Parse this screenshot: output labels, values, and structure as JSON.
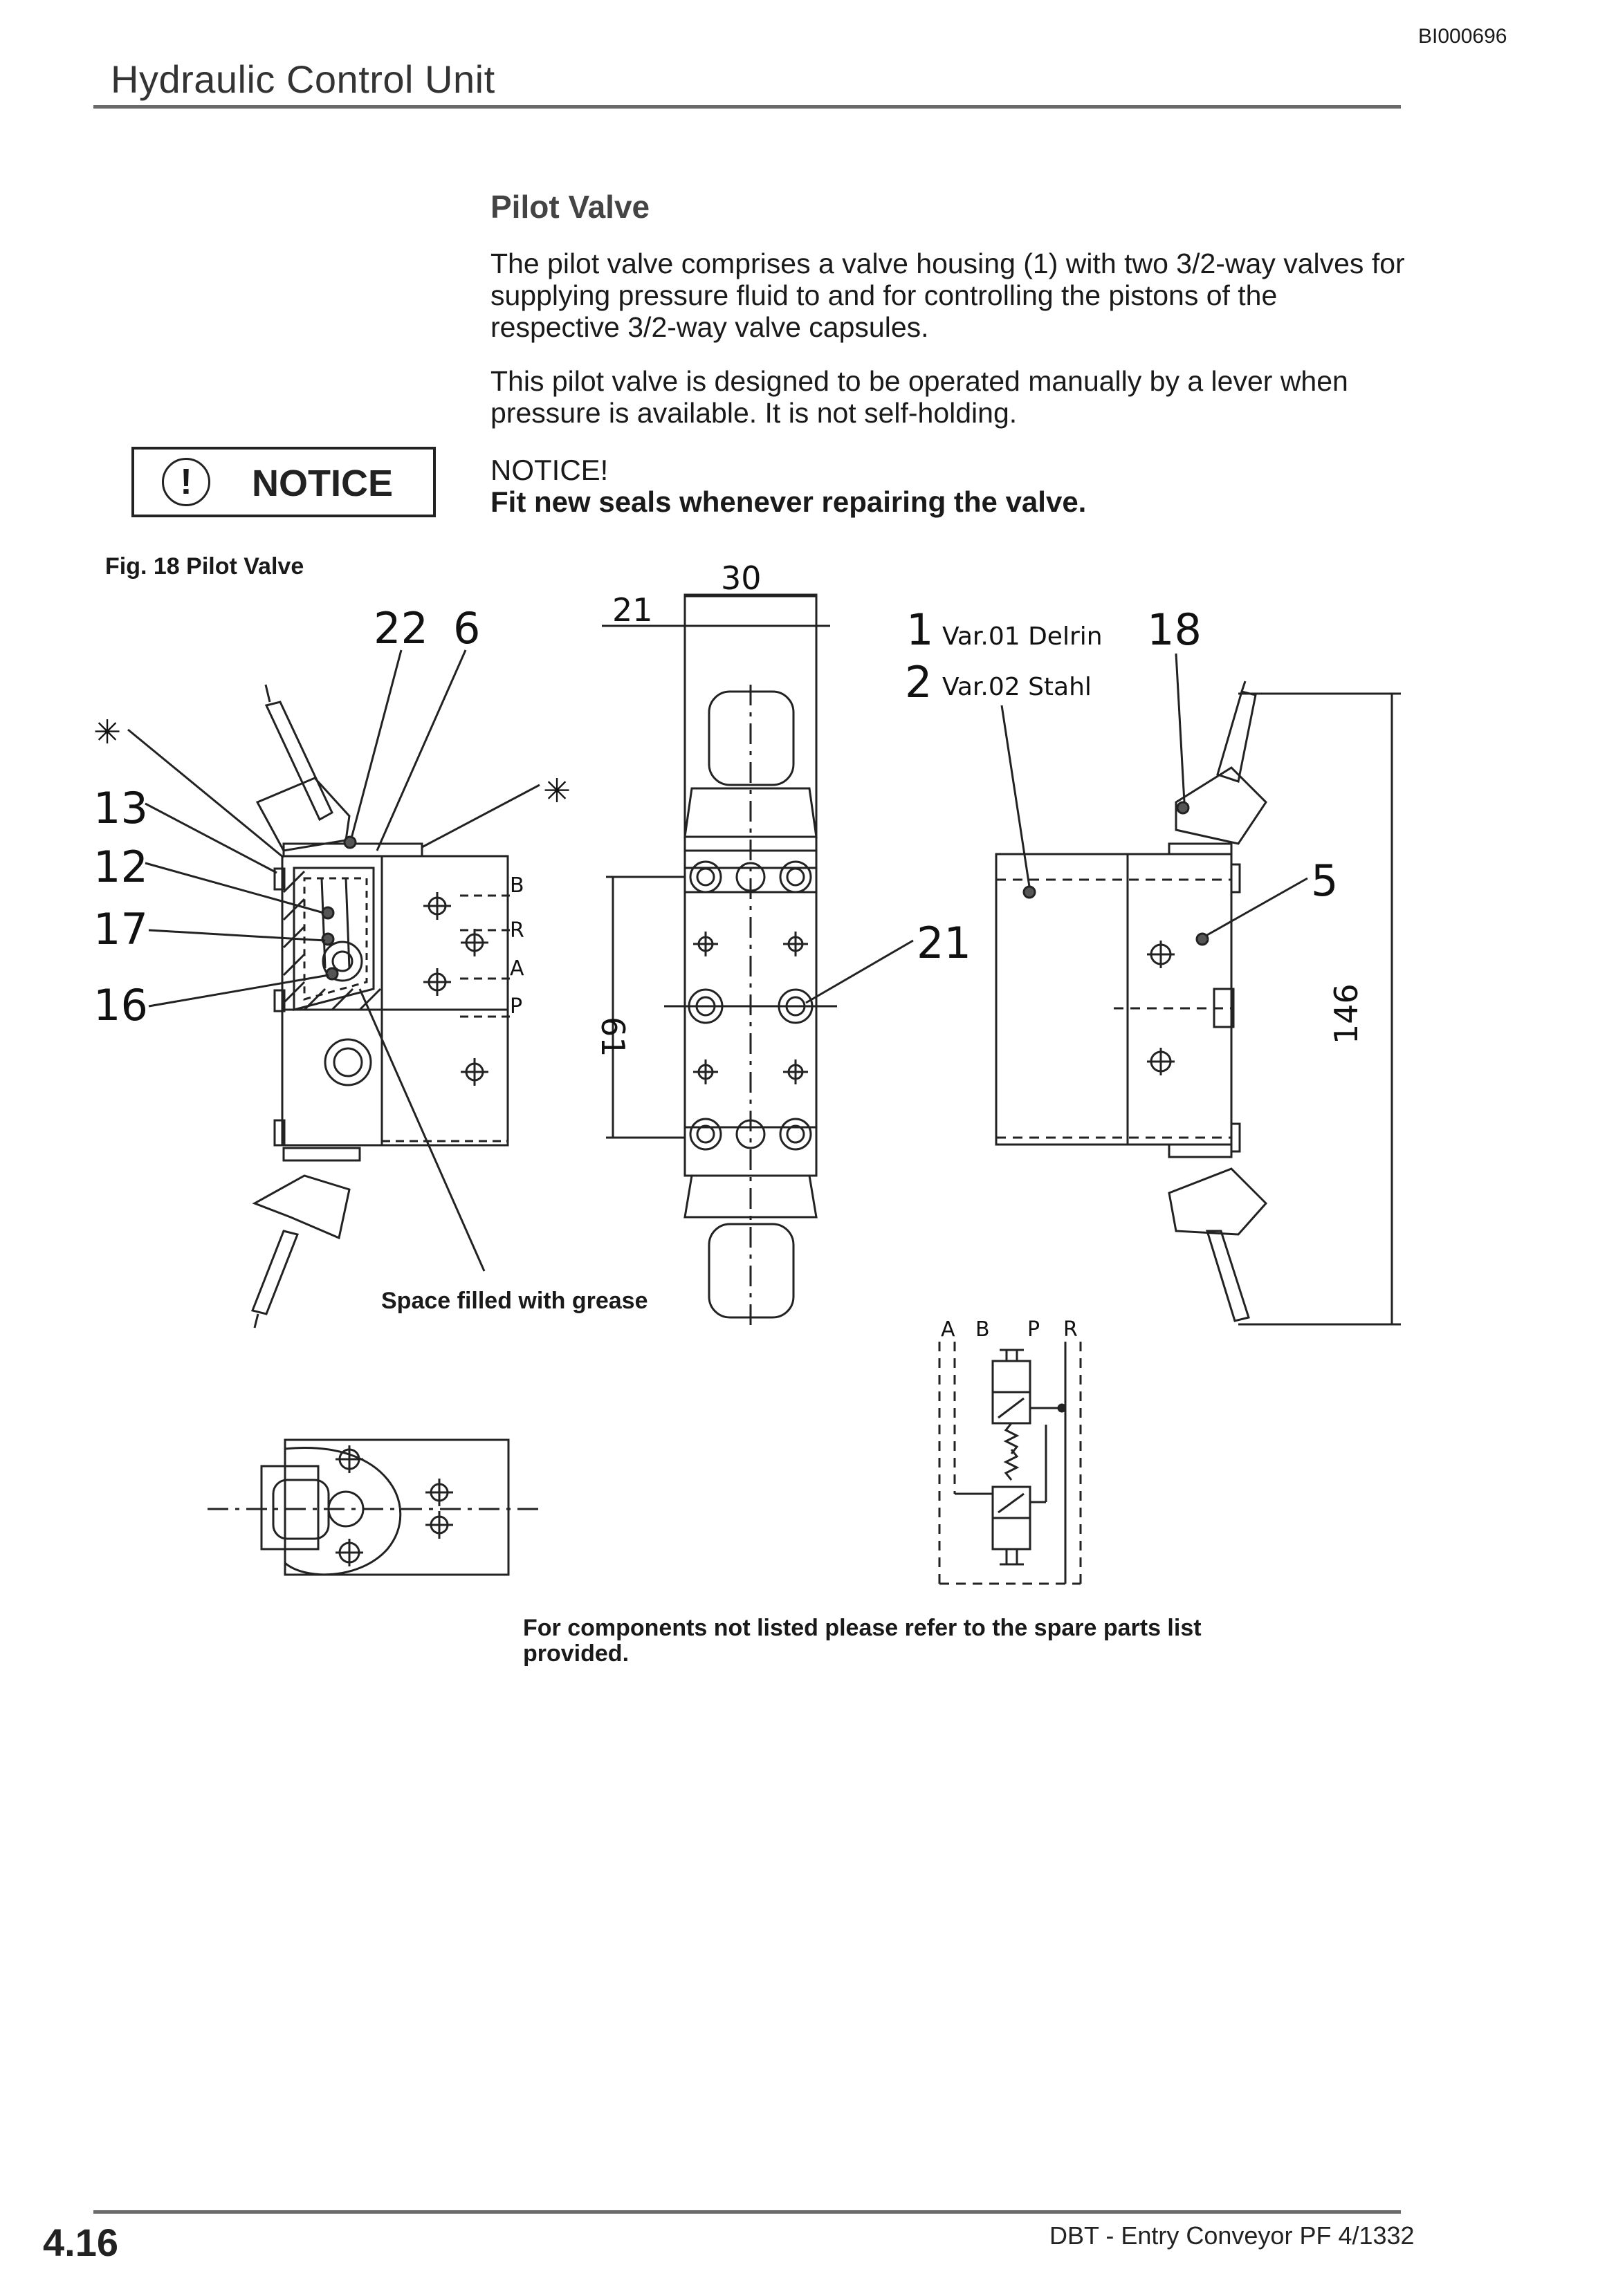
{
  "header": {
    "doc_id": "BI000696",
    "title": "Hydraulic Control Unit"
  },
  "section": {
    "title": "Pilot Valve",
    "paragraphs": [
      "The pilot valve comprises a valve housing (1) with two 3/2-way valves for supplying pressure fluid to and for controlling the pistons of the respective 3/2-way valve capsules.",
      "This pilot valve is designed to be operated manually by a lever when pressure is available. It is not self-holding."
    ]
  },
  "notice": {
    "icon": "exclamation-circle-icon",
    "label": "NOTICE",
    "title": "NOTICE!",
    "text": "Fit new seals whenever repairing the valve."
  },
  "figure": {
    "caption": "Fig. 18 Pilot Valve",
    "grease_label": "Space filled with grease",
    "part_labels": {
      "p22": "22",
      "p6": "6",
      "star_left": "✳",
      "star_mid": "✳",
      "p13": "13",
      "p12": "12",
      "p17": "17",
      "p16": "16",
      "p1": "1",
      "p1_desc": "Var.01 Delrin",
      "p18": "18",
      "p2": "2",
      "p2_desc": "Var.02 Stahl",
      "p5": "5",
      "p21": "21"
    },
    "port_labels": {
      "b": "B",
      "r": "R",
      "a": "A",
      "p": "P"
    },
    "dimensions": {
      "d30": "30",
      "d21": "21",
      "d61": "61",
      "d146": "146"
    },
    "schematic_ports": {
      "a": "A",
      "b": "B",
      "p": "P",
      "r": "R"
    }
  },
  "footnote": "For components not listed please refer to the spare parts list provided.",
  "footer": {
    "page_number": "4.16",
    "document": "DBT - Entry Conveyor PF 4/1332"
  }
}
